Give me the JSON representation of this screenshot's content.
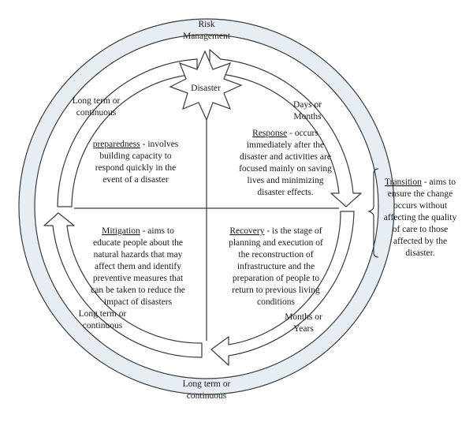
{
  "center": {
    "title_line1": "Risk",
    "title_line2": "Management",
    "burst": "Disaster"
  },
  "timing": {
    "top_right_1": "Days or",
    "top_right_2": "Months",
    "top_left_1": "Long term or",
    "top_left_2": "continuous",
    "bottom_right_1": "Months or",
    "bottom_right_2": "Years",
    "bottom_left_1": "Long term or",
    "bottom_left_2": "continuous",
    "bottom_1": "Long term or",
    "bottom_2": "continuous"
  },
  "quadrants": {
    "preparedness": {
      "term": "preparedness",
      "l1": " - involves",
      "l2": "building capacity to",
      "l3": "respond quickly in the",
      "l4": "event of a disaster"
    },
    "response": {
      "term": "Response",
      "l1": " - occurs",
      "l2": "immediately after the",
      "l3": "disaster and activities are",
      "l4": "focused mainly on saving",
      "l5": "lives and minimizing",
      "l6": "disaster effects."
    },
    "mitigation": {
      "term": "Mitigation",
      "l1": " - aims to",
      "l2": "educate people about the",
      "l3": "natural hazards that may",
      "l4": "affect them and identify",
      "l5": "preventive measures that",
      "l6": "can be taken to reduce the",
      "l7": "impact of disasters"
    },
    "recovery": {
      "term": "Recovery",
      "l1": " - is the stage of",
      "l2": "planning and execution of",
      "l3": "the reconstruction of",
      "l4": "infrastructure and the",
      "l5": "preparation of people to",
      "l6": "return to previous living",
      "l7": "conditions"
    }
  },
  "transition": {
    "term": "Transition",
    "l1": " - aims to",
    "l2": "ensure the change",
    "l3": "occurs without",
    "l4": "affecting the quality",
    "l5": "of care to those",
    "l6": "affected by the",
    "l7": "disaster."
  },
  "colors": {
    "ring": "#e6eef3",
    "stroke": "#3a3a3a",
    "text": "#1a1a1a"
  }
}
